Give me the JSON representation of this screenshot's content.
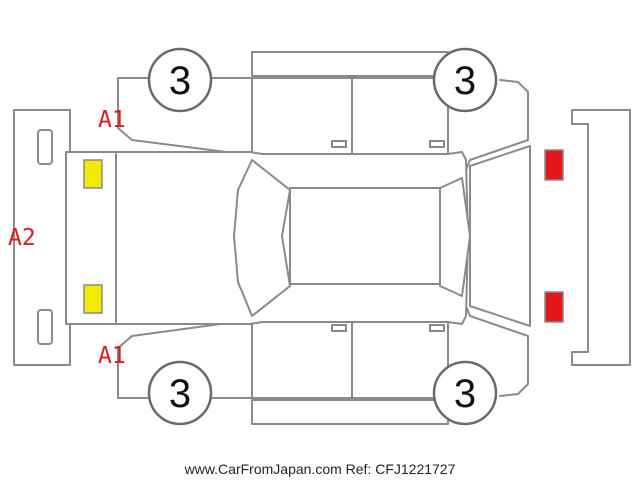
{
  "damage_codes": {
    "left_front_side": "A1",
    "left_rear_side": "A1",
    "rear_bumper": "A2"
  },
  "tires": {
    "top_left": "3",
    "top_right": "3",
    "bottom_left": "3",
    "bottom_right": "3"
  },
  "footer": {
    "watermark": "www.CarFromJapan.com Ref: CFJ1221727"
  },
  "colors": {
    "outline": "#8a8a8a",
    "damage_code": "#d42020",
    "rear_lamp": "#f2ea00",
    "front_lamp": "#e3161b"
  }
}
